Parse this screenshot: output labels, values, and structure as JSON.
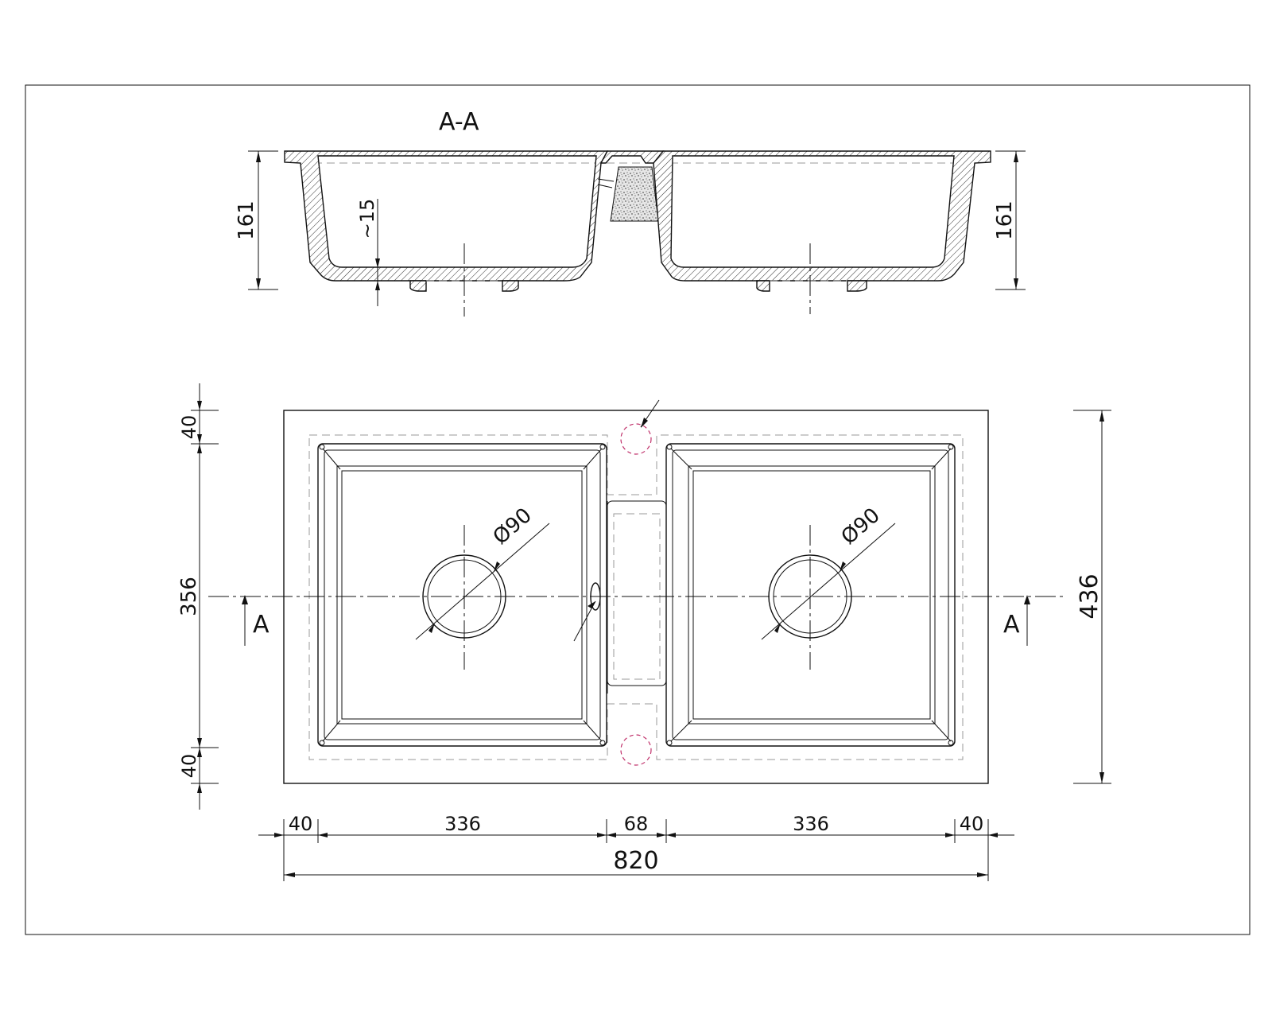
{
  "section": {
    "label": "A-A"
  },
  "section_dims": {
    "height_left": "161",
    "height_right": "161",
    "bottom_offset": "~15"
  },
  "plan": {
    "drain_left": "Ø90",
    "drain_right": "Ø90",
    "cut_left": "A",
    "cut_right": "A"
  },
  "vertical_dims": {
    "top_margin": "40",
    "inner_height": "356",
    "bottom_margin": "40",
    "overall_height": "436"
  },
  "horizontal_dims": {
    "left_margin": "40",
    "left_bowl": "336",
    "divider": "68",
    "right_bowl": "336",
    "right_margin": "40",
    "overall_width": "820"
  },
  "colors": {
    "line": "#111111",
    "hidden_line": "#999999",
    "overflow_marker": "#c0306a"
  }
}
